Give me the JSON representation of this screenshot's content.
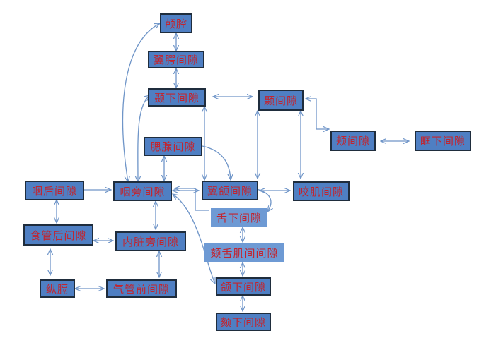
{
  "nodes": {
    "n1": "颅腔",
    "n2": "翼腭间隙",
    "n3": "颞下间隙",
    "n4": "颞间隙",
    "n5": "颊间隙",
    "n6": "眶下间隙",
    "n7": "腮腺间隙",
    "n8": "咽后间隙",
    "n9": "咽旁间隙",
    "n10": "翼颌间隙",
    "n11": "咬肌间隙",
    "n12": "舌下间隙",
    "n13": "食管后间隙",
    "n14": "内脏旁间隙",
    "n15": "颏舌肌间间隙",
    "n16": "纵膈",
    "n17": "气管前间隙",
    "n18": "颌下间隙",
    "n19": "颏下间隙"
  }
}
